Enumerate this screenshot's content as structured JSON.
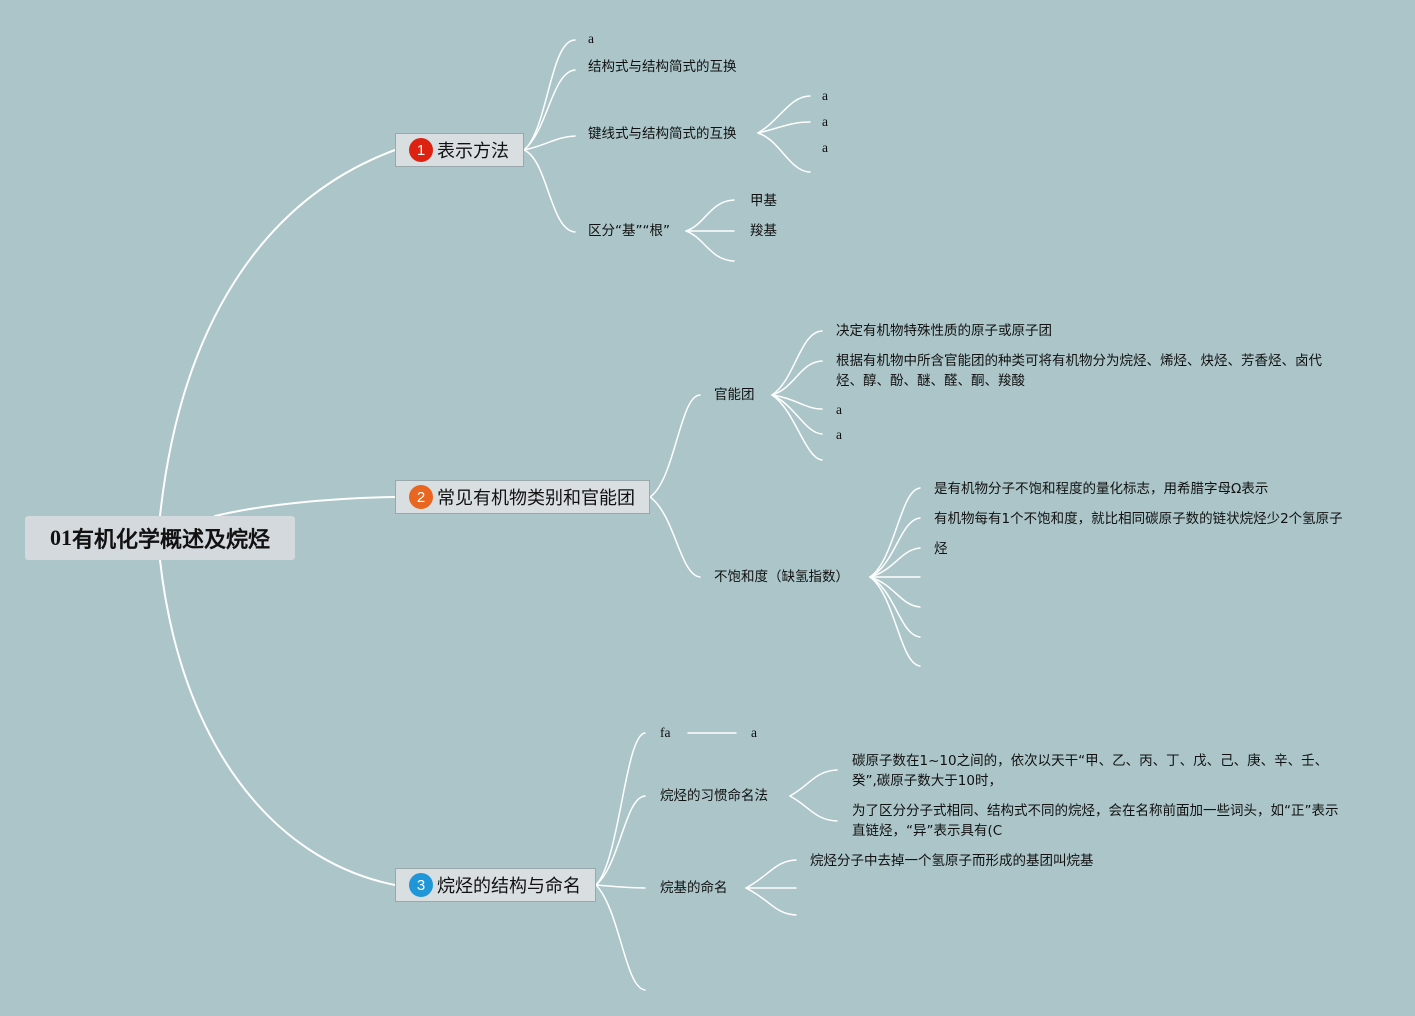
{
  "root": {
    "prefix": "01",
    "label": "有机化学概述及烷烃"
  },
  "topics": [
    {
      "num": "1",
      "label": "表示方法",
      "color": "#dd2211"
    },
    {
      "num": "2",
      "label": "常见有机物类别和官能团",
      "color": "#e8661f"
    },
    {
      "num": "3",
      "label": "烷烃的结构与命名",
      "color": "#1e96d8"
    }
  ],
  "t1": {
    "a": "a",
    "conv": "结构式与结构简式的互换",
    "skeletal": {
      "label": "键线式与结构简式的互换",
      "items": [
        "a",
        "a",
        "a"
      ]
    },
    "ji": {
      "label": "区分“基”“根”",
      "items": [
        "甲基",
        "羧基"
      ]
    }
  },
  "t2": {
    "fg": {
      "label": "官能团",
      "items": [
        "决定有机物特殊性质的原子或原子团",
        "根据有机物中所含官能团的种类可将有机物分为烷烃、烯烃、炔烃、芳香烃、卤代烃、醇、酚、醚、醛、酮、羧酸",
        "a",
        "a"
      ]
    },
    "unsat": {
      "label": "不饱和度（缺氢指数）",
      "items": [
        "是有机物分子不饱和程度的量化标志，用希腊字母Ω表示",
        "有机物每有1个不饱和度，就比相同碳原子数的链状烷烃少2个氢原子",
        "烃"
      ]
    }
  },
  "t3": {
    "fa": {
      "label": "fa",
      "child": "a"
    },
    "custom": {
      "label": "烷烃的习惯命名法",
      "items": [
        "碳原子数在1~10之间的，依次以天干“甲、乙、丙、丁、戊、己、庚、辛、壬、癸”,碳原子数大于10时，",
        "为了区分分子式相同、结构式不同的烷烃，会在名称前面加一些词头，如“正”表示直链烃，“异”表示具有(C"
      ]
    },
    "alkyl": {
      "label": "烷基的命名",
      "items": [
        "烷烃分子中去掉一个氢原子而形成的基团叫烷基"
      ]
    }
  }
}
